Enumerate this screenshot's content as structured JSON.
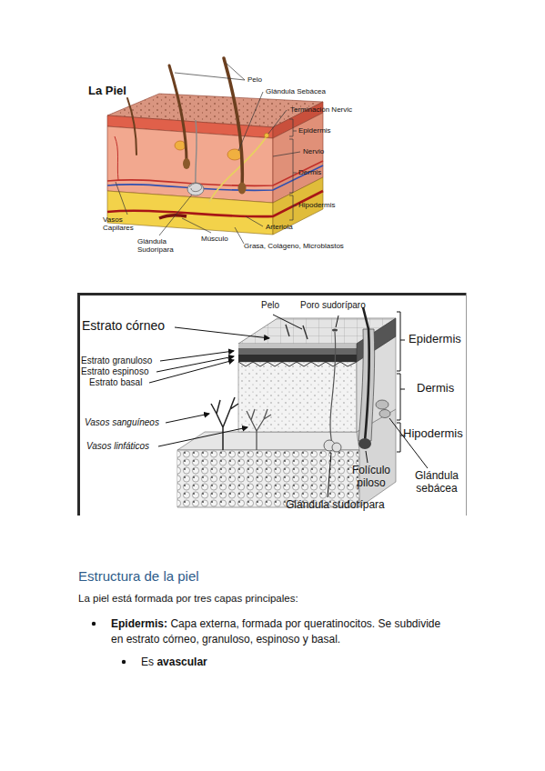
{
  "diagram": {
    "title": "La Piel",
    "labels": [
      "Pelo",
      "Glándula Sebácea",
      "Terminación Nervic",
      "Epidermis",
      "Nervio",
      "Dermis",
      "Hipodermis",
      "Vasos Capilares",
      "Glándula Sudorípara",
      "Músculo",
      "Arteriola",
      "Grasa, Colágeno, Microblastos",
      "Estrato córneo",
      "Estrato granuloso",
      "Estrato espinoso",
      "Estrato basal",
      "Vasos sanguíneos",
      "Vasos linfáticos",
      "Pelo",
      "Poro sudoríparo",
      "Epidermis",
      "Dermis",
      "Hipodermis",
      "Folículo piloso",
      "Glándula sebácea",
      "Glándula sudorípara",
      "Estructura de la piel",
      "La piel está formada por tres capas principales:",
      "Epidermis:",
      "Capa externa, formada por queratinocitos. Se subdivide en estrato córneo, granuloso, espinoso y basal.",
      "Es",
      "avascular"
    ]
  }
}
